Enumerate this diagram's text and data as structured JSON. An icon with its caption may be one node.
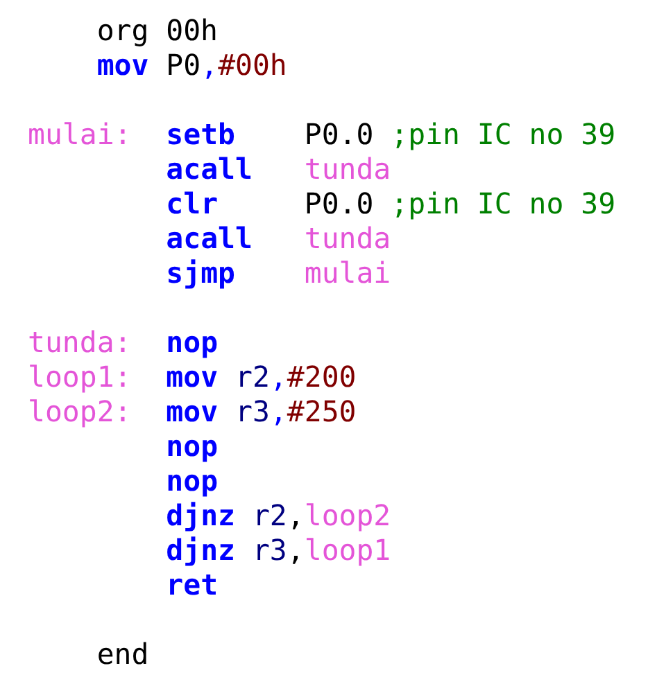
{
  "diagram": {
    "labels": [
      "org 00h",
      "mov",
      "P0,#00h",
      "mulai:",
      "setb",
      "P0.0",
      ";pin IC no 39",
      "acall",
      "tunda",
      "clr",
      "P0.0",
      ";pin IC no 39",
      "acall",
      "tunda",
      "sjmp",
      "mulai",
      "tunda:",
      "nop",
      "loop1:",
      "mov",
      "r2,#200",
      "loop2:",
      "mov",
      "r3,#250",
      "nop",
      "nop",
      "djnz",
      "r2,loop2",
      "djnz",
      "r3,loop1",
      "ret",
      "end"
    ]
  }
}
